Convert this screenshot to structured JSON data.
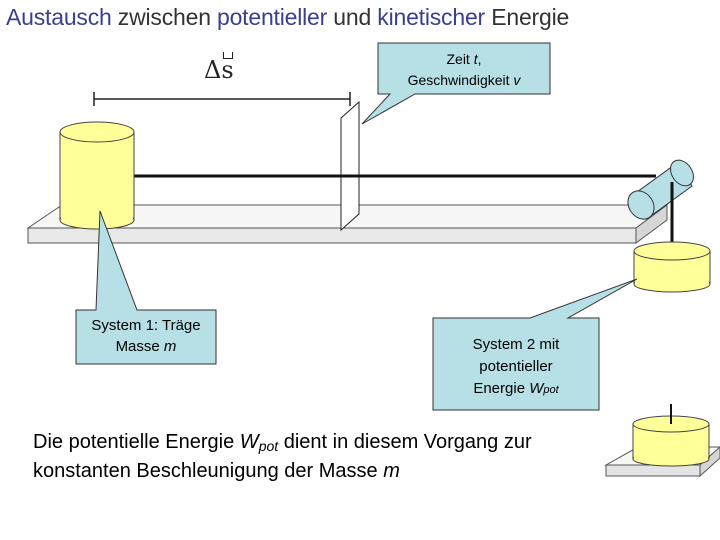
{
  "title": {
    "word1": "Austausch",
    "word2": " zwischen ",
    "word3": "potentieller",
    "word4": " und ",
    "word5": "kinetischer",
    "word6": " Energie"
  },
  "delta_label": {
    "symbol": "Δ",
    "letter": "s"
  },
  "callouts": {
    "zeit": {
      "line1_a": "Zeit ",
      "line1_t": "t",
      "line1_b": ",",
      "line2_a": "Geschwindigkeit ",
      "line2_v": "v"
    },
    "system1": {
      "line1": "System 1: Träge",
      "line2_a": "Masse ",
      "line2_m": "m"
    },
    "system2": {
      "line1": "System 2 mit",
      "line2": "potentieller",
      "line3_a": "Energie ",
      "line3_w": "W",
      "line3_sub": "pot"
    }
  },
  "description": {
    "part1": "Die potentielle Energie ",
    "w": "W",
    "sub": "pot",
    "part2": " dient in diesem Vorgang zur konstanten Beschleunigung der Masse ",
    "m": "m"
  },
  "colors": {
    "callout_fill": "#b7dfe6",
    "mass_fill": "#ffff99",
    "track_fill": "#f1f1f1",
    "title_accent": "#3a3f8f"
  }
}
